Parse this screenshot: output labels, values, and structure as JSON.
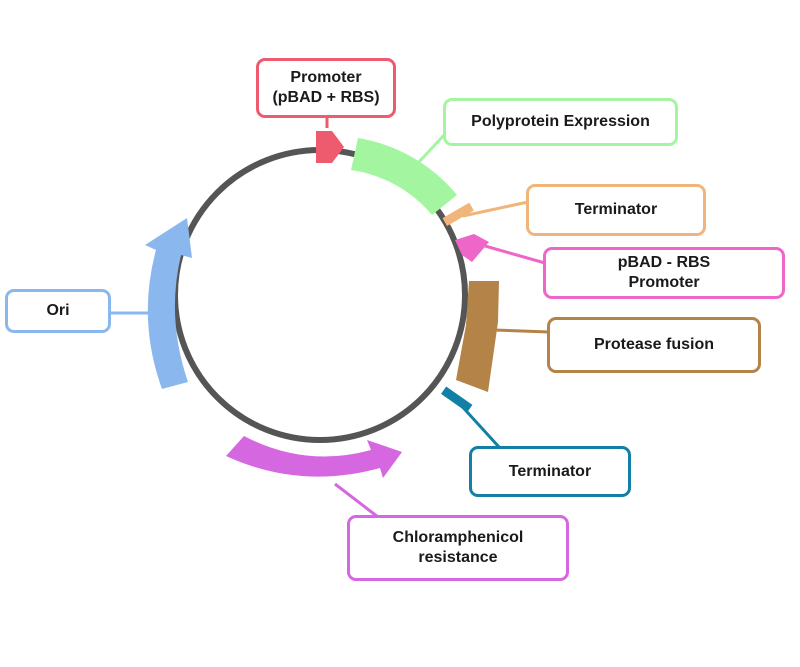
{
  "colors": {
    "backbone": "#555555",
    "promoter": "#ef5b6e",
    "polyprotein": "#a4f5a0",
    "terminator1": "#f0b57a",
    "pbad_promoter": "#ee66c7",
    "protease": "#b38347",
    "terminator2": "#1280a5",
    "chloramphenicol": "#d567e0",
    "ori": "#8ab8ee"
  },
  "labels": {
    "promoter": {
      "line1": "Promoter",
      "line2": "(pBAD + RBS)"
    },
    "polyprotein": "Polyprotein Expression",
    "terminator1": "Terminator",
    "pbad_promoter": {
      "line1": "pBAD - RBS",
      "line2": "Promoter"
    },
    "protease": "Protease fusion",
    "terminator2": "Terminator",
    "chloramphenicol": {
      "line1": "Chloramphenicol",
      "line2": "resistance"
    },
    "ori": "Ori"
  }
}
